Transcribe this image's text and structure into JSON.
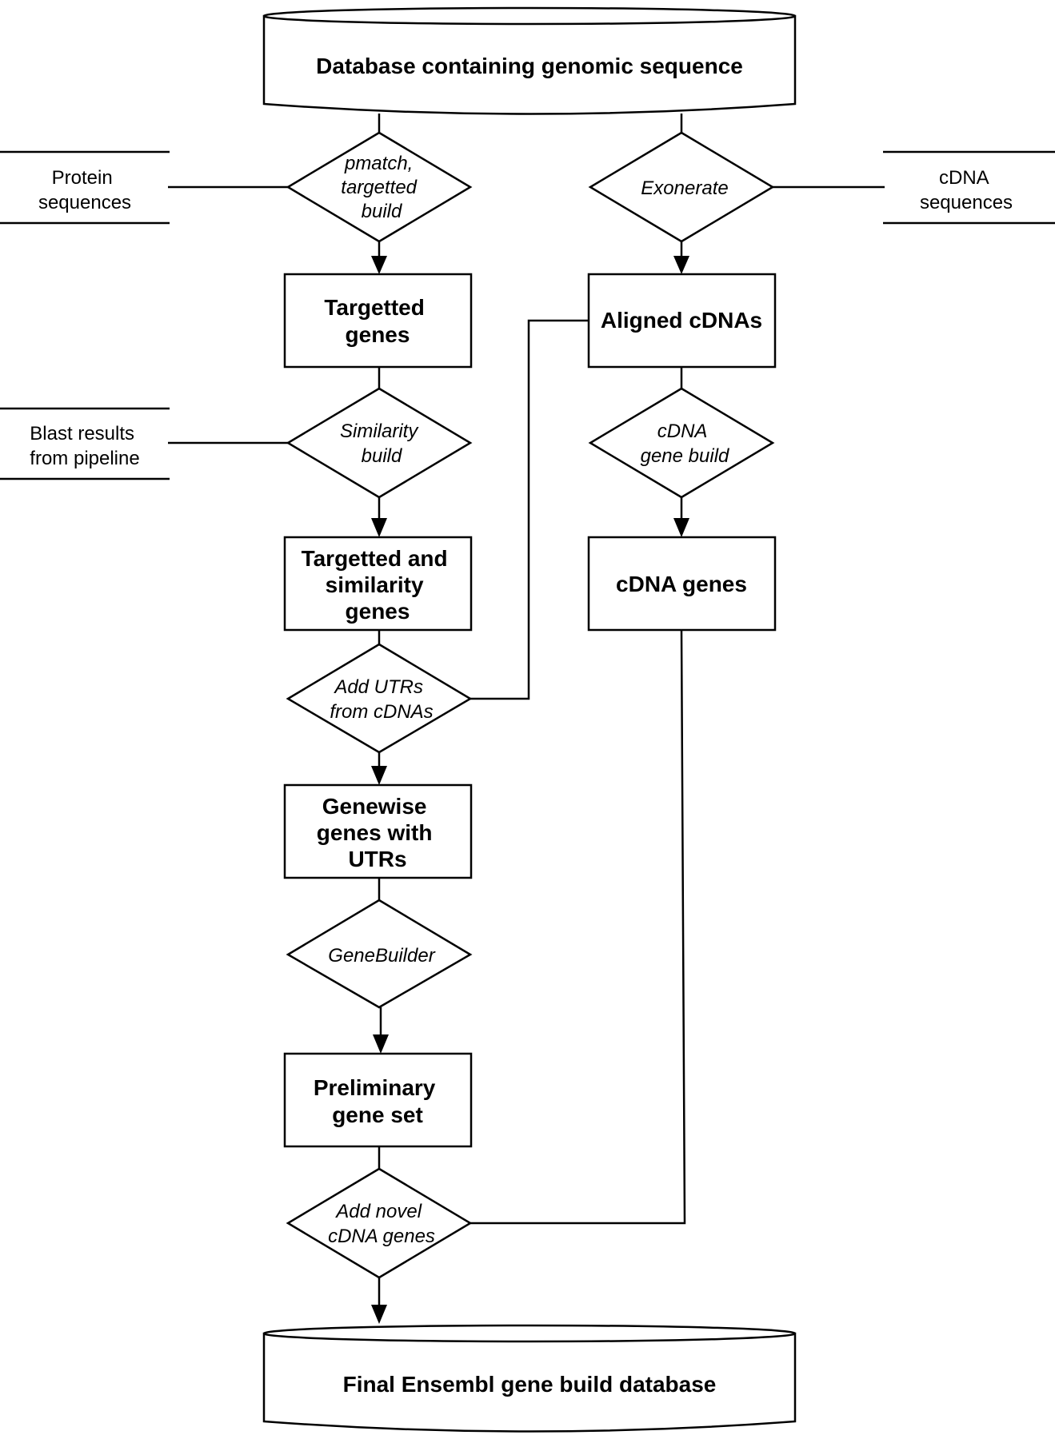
{
  "databases": {
    "genomic": "Database containing genomic sequence",
    "final": "Final Ensembl gene build database"
  },
  "inputs": {
    "protein": [
      "Protein",
      "sequences"
    ],
    "cdna": [
      "cDNA",
      "sequences"
    ],
    "blast": [
      "Blast results",
      "from pipeline"
    ]
  },
  "steps": {
    "pmatch": [
      "pmatch,",
      "targetted",
      "build"
    ],
    "exonerate": [
      "Exonerate"
    ],
    "similarity": [
      "Similarity",
      "build"
    ],
    "cdna_build": [
      "cDNA",
      "gene build"
    ],
    "add_utrs": [
      "Add UTRs",
      "from cDNAs"
    ],
    "genebuilder": [
      "GeneBuilder"
    ],
    "add_novel": [
      "Add novel",
      "cDNA genes"
    ]
  },
  "outputs": {
    "targetted": [
      "Targetted",
      "genes"
    ],
    "aligned": [
      "Aligned cDNAs"
    ],
    "targ_sim": [
      "Targetted and",
      "similarity",
      "genes"
    ],
    "cdna_genes": [
      "cDNA genes"
    ],
    "genewise": [
      "Genewise",
      "genes with",
      "UTRs"
    ],
    "preliminary": [
      "Preliminary",
      "gene set"
    ]
  }
}
